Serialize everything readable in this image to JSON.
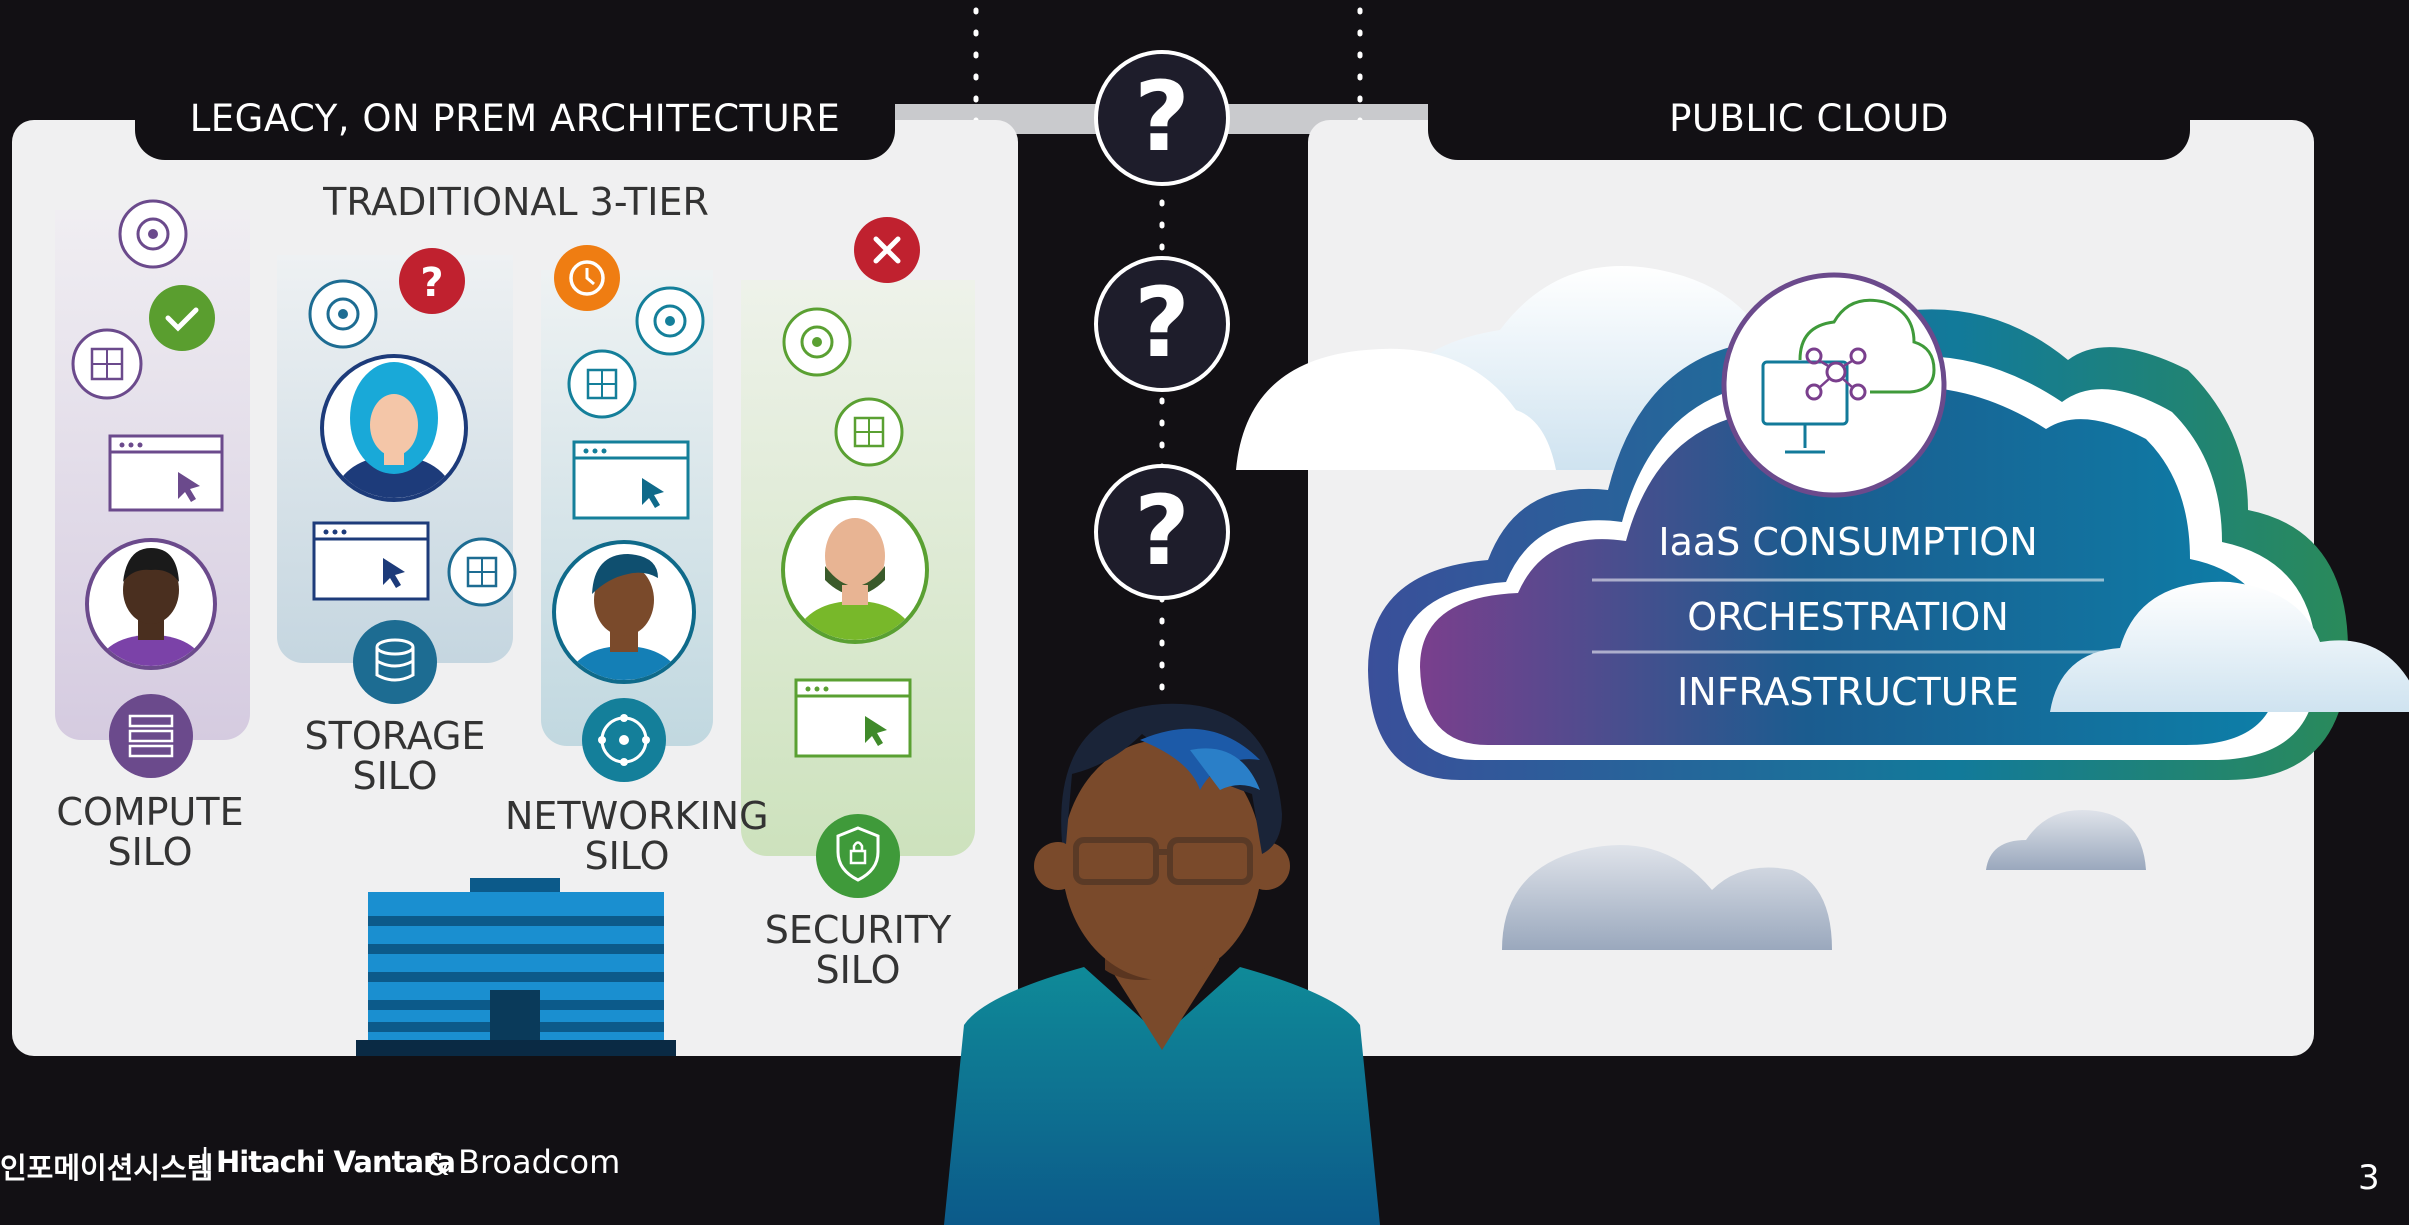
{
  "left_panel": {
    "tab_title": "LEGACY, ON PREM ARCHITECTURE",
    "subtitle": "TRADITIONAL 3-TIER",
    "silos": [
      {
        "line1": "COMPUTE",
        "line2": "SILO"
      },
      {
        "line1": "STORAGE",
        "line2": "SILO"
      },
      {
        "line1": "NETWORKING",
        "line2": "SILO"
      },
      {
        "line1": "SECURITY",
        "line2": "SILO"
      }
    ]
  },
  "right_panel": {
    "tab_title": "PUBLIC CLOUD",
    "layers": [
      "IaaS CONSUMPTION",
      "ORCHESTRATION",
      "INFRASTRUCTURE"
    ]
  },
  "question_mark": "?",
  "footer": {
    "company_korean": "인포메이션시스템",
    "separator": "|",
    "brand1": "Hitachi Vantara",
    "ampersand": "&",
    "brand2": "Broadcom"
  },
  "page_number": "3",
  "colors": {
    "background": "#121014",
    "panel": "#f0f0f1",
    "compute": "#6b4a8c",
    "storage": "#1d6c92",
    "networking": "#147f9a",
    "security": "#3f9a3a",
    "cloud_teal": "#127a9a",
    "cloud_purple": "#7a3f8d"
  }
}
